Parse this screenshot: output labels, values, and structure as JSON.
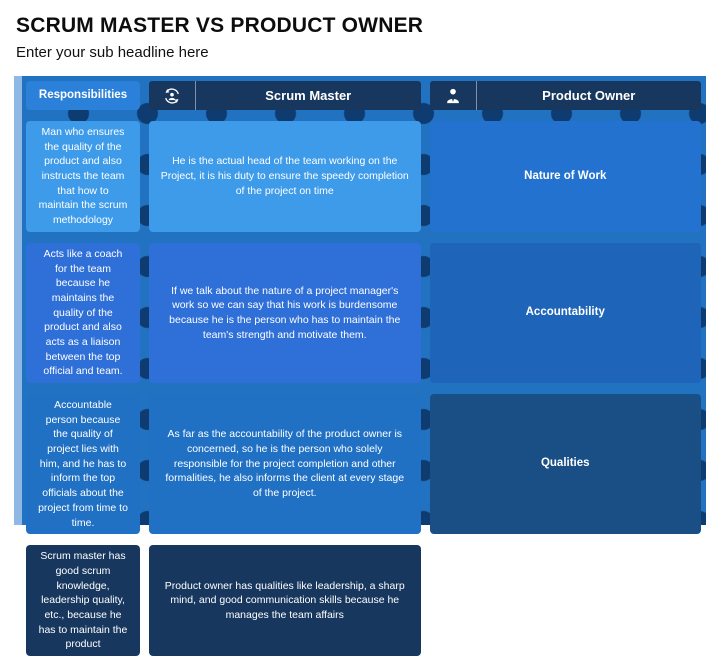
{
  "slide": {
    "title": "SCRUM MASTER VS PRODUCT OWNER",
    "subtitle": "Enter your sub headline here"
  },
  "colors": {
    "header_bg": "#17375E",
    "table_bg": "#2272C2",
    "dot": "#0E3B70",
    "left_strip": "#8FB9E4",
    "row1_cell": "#3E9BEA",
    "row2_cell": "#2F6FD8",
    "row3_cell": "#2070C4",
    "row4_cell": "#17375E"
  },
  "table": {
    "headers": [
      {
        "label": "Scrum Master",
        "icon": "scrum-cycle-icon"
      },
      {
        "label": "Product Owner",
        "icon": "product-owner-icon"
      }
    ],
    "rows": [
      {
        "label": "Responsibilities",
        "cells": [
          "Man who ensures the quality of the product and also instructs the team that how to maintain the scrum methodology",
          "He is the actual head of the team working on the Project, it is his duty to ensure the speedy completion of the project on time"
        ]
      },
      {
        "label": "Nature of Work",
        "cells": [
          "Acts like a coach for the team because he maintains the quality of the product and also acts as a liaison between the top official and team.",
          "If we talk about the nature of a project manager's work so we can say that his work is burdensome because he is the person who has to maintain the team's strength and motivate them."
        ]
      },
      {
        "label": "Accountability",
        "cells": [
          "Accountable person because the quality of project lies with him, and he has to inform the top officials about the project from time to time.",
          "As far as the accountability of the product owner is concerned, so he is the person who solely responsible for the project completion and other formalities, he also informs the client at every stage of the project."
        ]
      },
      {
        "label": "Qualities",
        "cells": [
          "Scrum master has good scrum knowledge, leadership quality, etc., because he has to maintain the product",
          "Product owner has qualities like leadership, a sharp mind, and good communication skills because he manages the team affairs"
        ]
      }
    ]
  }
}
